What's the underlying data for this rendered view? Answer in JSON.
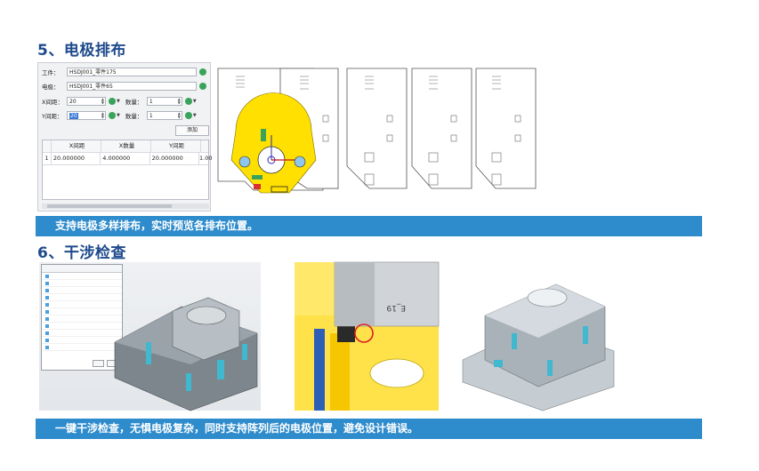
{
  "section5": {
    "title": "5、电极排布",
    "banner": "支持电极多样排布，实时预览各排布位置。",
    "dialog": {
      "workpiece_label": "工件：",
      "workpiece_value": "HSDJ001_零件175",
      "electrode_label": "电极：",
      "electrode_value": "HSDJ001_零件65",
      "x_spacing_label": "X间距：",
      "x_spacing_value": "20",
      "x_count_label": "数量：",
      "x_count_value": "1",
      "y_spacing_label": "Y间距：",
      "y_spacing_value": "20",
      "y_count_label": "数量：",
      "y_count_value": "1",
      "add_button": "添加",
      "table": {
        "headers": [
          "X间距",
          "X数量",
          "Y间距"
        ],
        "rows": [
          {
            "index": "1",
            "cells": [
              "20.000000",
              "4.000000",
              "20.000000",
              "1.00"
            ]
          }
        ]
      }
    }
  },
  "section6": {
    "title": "6、干涉检查",
    "banner": "一键干涉检查，无惧电极复杂，同时支持阵列后的电极位置，避免设计错误。",
    "preview_label": "E_19"
  },
  "colors": {
    "title": "#1e4a8c",
    "banner": "#2e8bcc",
    "electrode_yellow": "#ffe000",
    "mold_gray": "#8c959c",
    "cyan": "#3fb8d0"
  },
  "icons": [
    "green-ball-icon",
    "dropdown-arrow-icon",
    "spinner-arrow-icon"
  ]
}
